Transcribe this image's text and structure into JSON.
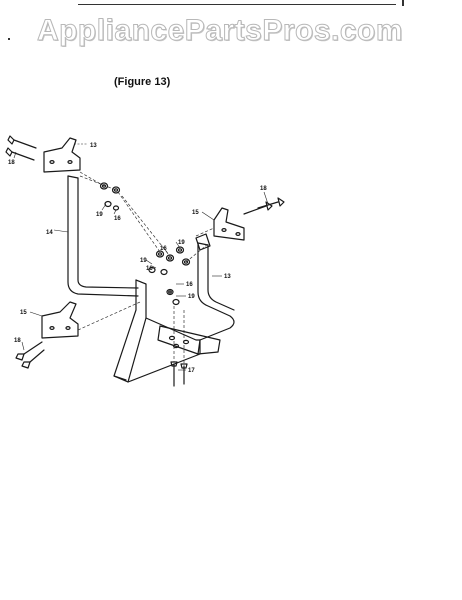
{
  "watermark": "AppliancePartsPros.com",
  "figure_caption": "(Figure 13)",
  "callouts": {
    "c13_top": "13",
    "c18_topleft": "18",
    "c19_a": "19",
    "c16_a": "16",
    "c14": "14",
    "c18_right": "18",
    "c15_right": "15",
    "c19_b": "19",
    "c16_b": "16",
    "c19_c": "19",
    "c16_c": "16",
    "c13_right": "13",
    "c16_d": "16",
    "c19_d": "19",
    "c15_left": "15",
    "c18_bottomleft": "18",
    "c17": "17"
  }
}
